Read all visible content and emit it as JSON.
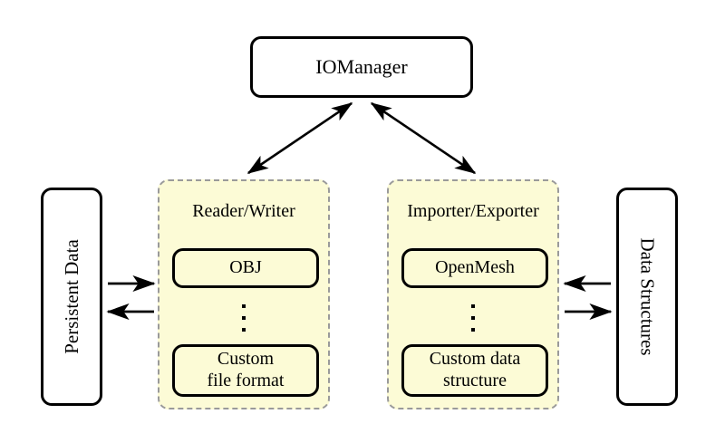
{
  "diagram": {
    "title_node": {
      "label": "IOManager"
    },
    "left_endpoint": {
      "label": "Persistent Data"
    },
    "right_endpoint": {
      "label": "Data Structures"
    },
    "panels": [
      {
        "title": "Reader/Writer",
        "top_item": "OBJ",
        "ellipsis": "⋮",
        "bottom_item_line1": "Custom",
        "bottom_item_line2": "file format"
      },
      {
        "title": "Importer/Exporter",
        "top_item": "OpenMesh",
        "ellipsis": "⋮",
        "bottom_item_line1": "Custom data",
        "bottom_item_line2": "structure"
      }
    ],
    "colors": {
      "panel_fill": "#fcfbd6",
      "panel_border": "#9a9a9a",
      "node_border": "#000000",
      "background": "#ffffff",
      "text": "#000000"
    },
    "connections": [
      {
        "name": "iomanager-to-reader-writer",
        "style": "double-headed-arrow"
      },
      {
        "name": "iomanager-to-importer-exporter",
        "style": "double-headed-arrow"
      },
      {
        "name": "persistent-data-to-reader-writer",
        "style": "arrow-right"
      },
      {
        "name": "reader-writer-to-persistent-data",
        "style": "arrow-left"
      },
      {
        "name": "importer-exporter-to-data-structures",
        "style": "arrow-right"
      },
      {
        "name": "data-structures-to-importer-exporter",
        "style": "arrow-left"
      }
    ]
  }
}
